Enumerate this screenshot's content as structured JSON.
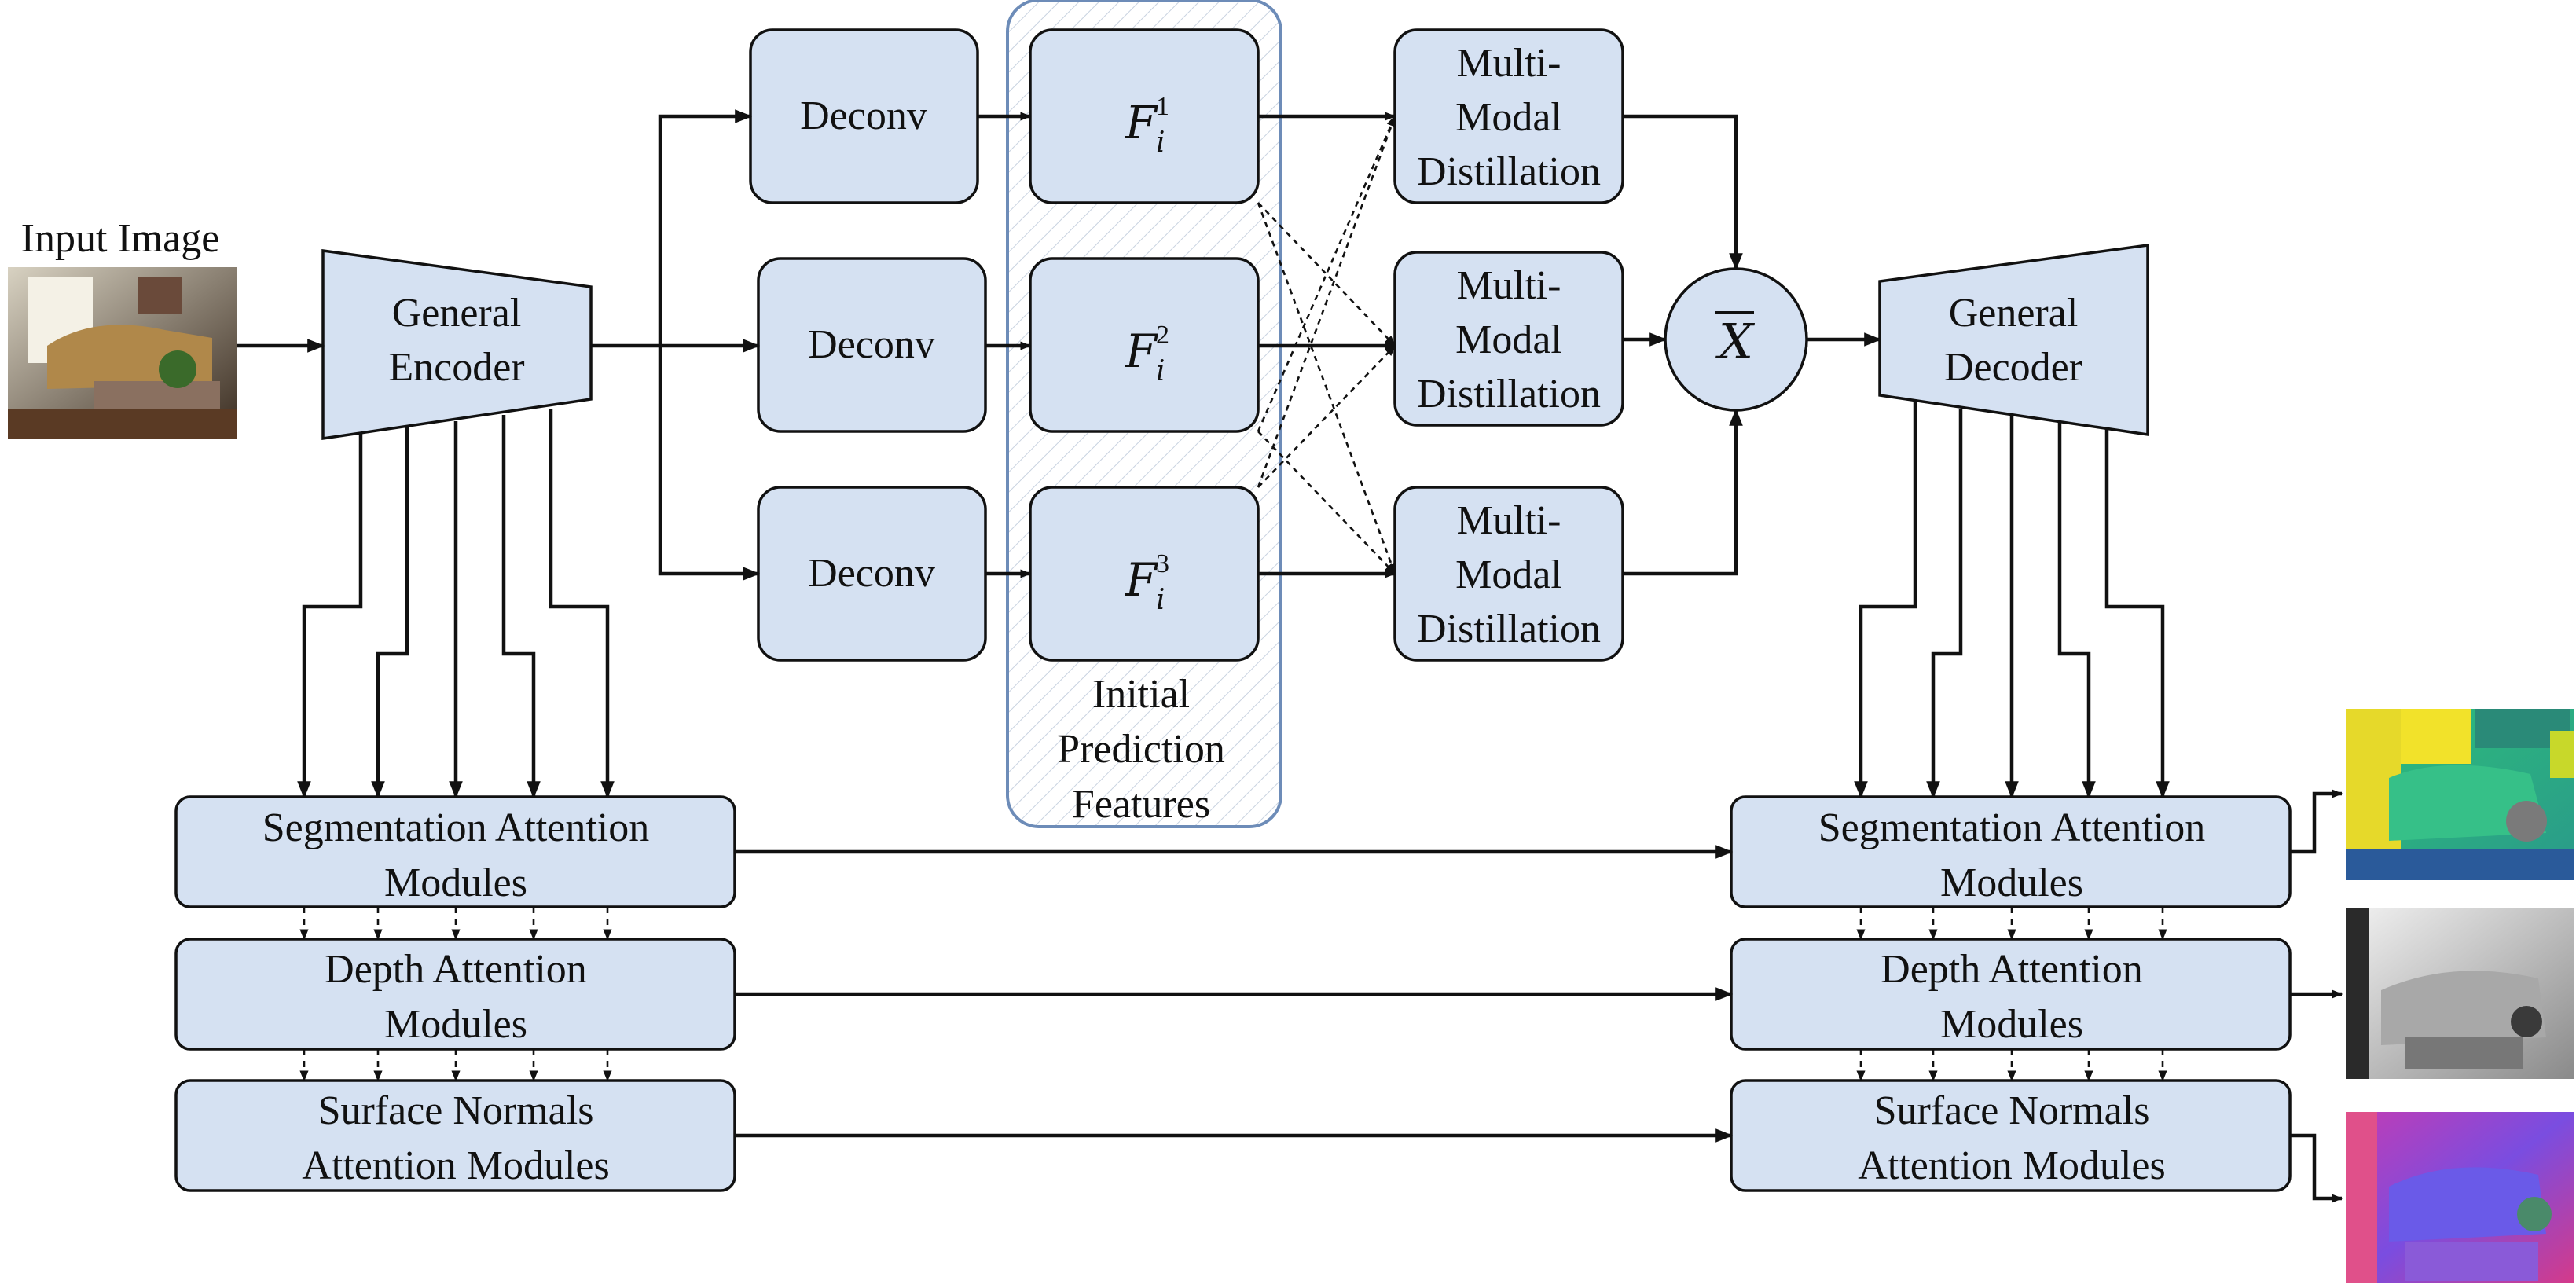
{
  "diagram": {
    "input_label": "Input Image",
    "encoder": {
      "line1": "General",
      "line2": "Encoder"
    },
    "decoder": {
      "line1": "General",
      "line2": "Decoder"
    },
    "deconv": [
      "Deconv",
      "Deconv",
      "Deconv"
    ],
    "features": [
      {
        "base": "F",
        "sub": "i",
        "sup": "1"
      },
      {
        "base": "F",
        "sub": "i",
        "sup": "2"
      },
      {
        "base": "F",
        "sub": "i",
        "sup": "3"
      }
    ],
    "feature_group_label": {
      "line1": "Initial",
      "line2": "Prediction",
      "line3": "Features"
    },
    "distillation": [
      {
        "line1": "Multi-",
        "line2": "Modal",
        "line3": "Distillation"
      },
      {
        "line1": "Multi-",
        "line2": "Modal",
        "line3": "Distillation"
      },
      {
        "line1": "Multi-",
        "line2": "Modal",
        "line3": "Distillation"
      }
    ],
    "aggregate": {
      "symbol": "X"
    },
    "encoder_attention": [
      {
        "line1": "Segmentation Attention",
        "line2": "Modules"
      },
      {
        "line1": "Depth Attention",
        "line2": "Modules"
      },
      {
        "line1": "Surface Normals",
        "line2": "Attention Modules"
      }
    ],
    "decoder_attention": [
      {
        "line1": "Segmentation Attention",
        "line2": "Modules"
      },
      {
        "line1": "Depth Attention",
        "line2": "Modules"
      },
      {
        "line1": "Surface Normals",
        "line2": "Attention Modules"
      }
    ],
    "outputs": [
      "segmentation-output",
      "depth-output",
      "surface-normals-output"
    ]
  }
}
